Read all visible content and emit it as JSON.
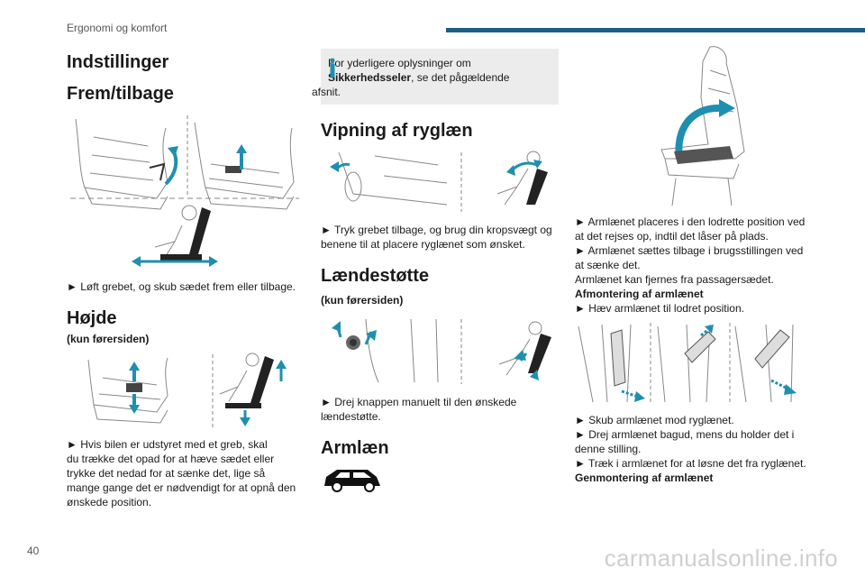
{
  "header": {
    "section_title": "Ergonomi og komfort",
    "accent_color": "#1c5d84"
  },
  "footer": {
    "page_number": "40",
    "watermark": "carmanualsonline.info"
  },
  "col1": {
    "title": "Indstillinger",
    "h_forward": "Frem/tilbage",
    "p_forward": "► Løft grebet, og skub sædet frem eller tilbage.",
    "h_height": "Højde",
    "h_height_sub": "(kun førersiden)",
    "p_height_lines": [
      "► Hvis bilen er udstyret med et greb, skal",
      "du trække det opad for at hæve sædet eller",
      "trykke det nedad for at sænke det, lige så",
      "mange gange det er nødvendigt for at opnå den",
      "ønskede position."
    ]
  },
  "col2": {
    "info_line1": "For yderligere oplysninger om",
    "info_bold": "Sikkerhedsseler",
    "info_line2_rest": ", se det pågældende",
    "info_line3": "afsnit.",
    "h_recline": "Vipning af ryglæn",
    "p_recline_lines": [
      "► Tryk grebet tilbage, og brug din kropsvægt og",
      "benene til at placere ryglænet som ønsket."
    ],
    "h_lumbar": "Lændestøtte",
    "h_lumbar_sub": "(kun førersiden)",
    "p_lumbar_lines": [
      "► Drej knappen manuelt til den ønskede",
      "lændestøtte."
    ],
    "h_armrest": "Armlæn"
  },
  "col3": {
    "p_armrest_lines": [
      "► Armlænet placeres i den lodrette position ved",
      "at det rejses op, indtil det låser på plads.",
      "► Armlænet sættes tilbage i brugsstillingen ved",
      "at sænke det.",
      "Armlænet kan fjernes fra passagersædet."
    ],
    "h_remove": "Afmontering af armlænet",
    "p_remove": "► Hæv armlænet til lodret position.",
    "p_remove2_lines": [
      "► Skub armlænet mod ryglænet.",
      "► Drej armlænet bagud, mens du holder det i",
      "denne stilling.",
      "► Træk i armlænet for at løsne det fra ryglænet."
    ],
    "h_refit": "Genmontering af armlænet"
  }
}
